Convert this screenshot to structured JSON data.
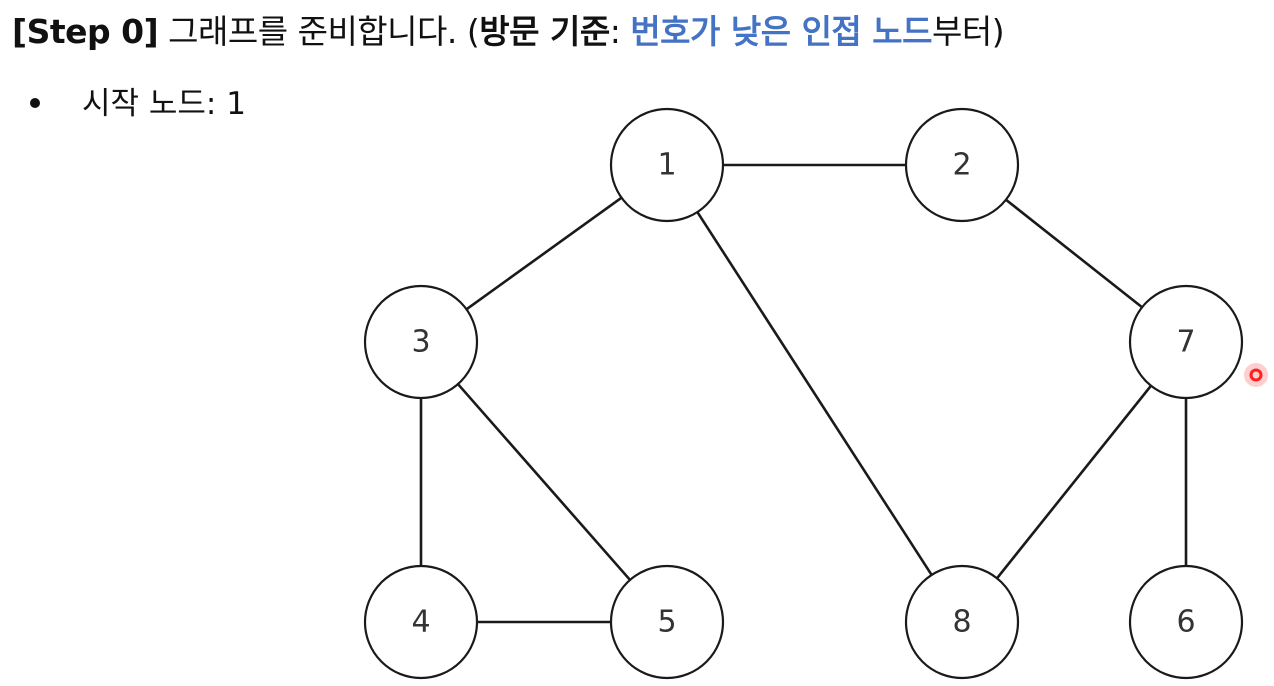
{
  "title": {
    "step": "[Step 0]",
    "text": " 그래프를 준비합니다. (",
    "criterion_label": "방문 기준",
    "colon": ": ",
    "criterion_value": "번호가 낮은 인접 노드",
    "suffix": "부터)"
  },
  "bullet": {
    "text": "시작 노드: 1"
  },
  "graph": {
    "nodes": [
      {
        "id": "1",
        "label": "1"
      },
      {
        "id": "2",
        "label": "2"
      },
      {
        "id": "3",
        "label": "3"
      },
      {
        "id": "4",
        "label": "4"
      },
      {
        "id": "5",
        "label": "5"
      },
      {
        "id": "6",
        "label": "6"
      },
      {
        "id": "7",
        "label": "7"
      },
      {
        "id": "8",
        "label": "8"
      }
    ],
    "edges": [
      [
        "1",
        "2"
      ],
      [
        "1",
        "3"
      ],
      [
        "1",
        "8"
      ],
      [
        "2",
        "7"
      ],
      [
        "3",
        "4"
      ],
      [
        "3",
        "5"
      ],
      [
        "4",
        "5"
      ],
      [
        "7",
        "8"
      ],
      [
        "7",
        "6"
      ]
    ]
  },
  "colors": {
    "accent": "#4472c4",
    "pointer": "#ff2020"
  }
}
